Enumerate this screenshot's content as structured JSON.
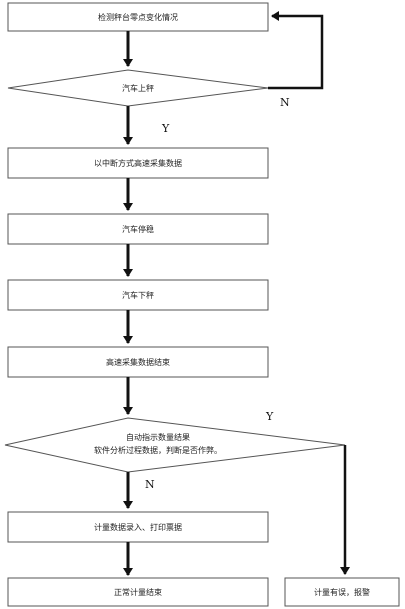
{
  "nodes": {
    "step1": "检测秤台零点变化情况",
    "decision1": "汽车上秤",
    "step2": "以中断方式高速采集数据",
    "step3": "汽车停稳",
    "step4": "汽车下秤",
    "step5": "高速采集数据结束",
    "decision2_line1": "自动指示数量结果",
    "decision2_line2": "软件分析过程数据，判断是否作弊。",
    "step6": "计量数据录入、打印票据",
    "end_normal": "正常计量结束",
    "end_cheat": "计量有误，报警"
  },
  "edges": {
    "d1_no": "N",
    "d1_yes": "Y",
    "d2_yes": "Y",
    "d2_no": "N"
  }
}
